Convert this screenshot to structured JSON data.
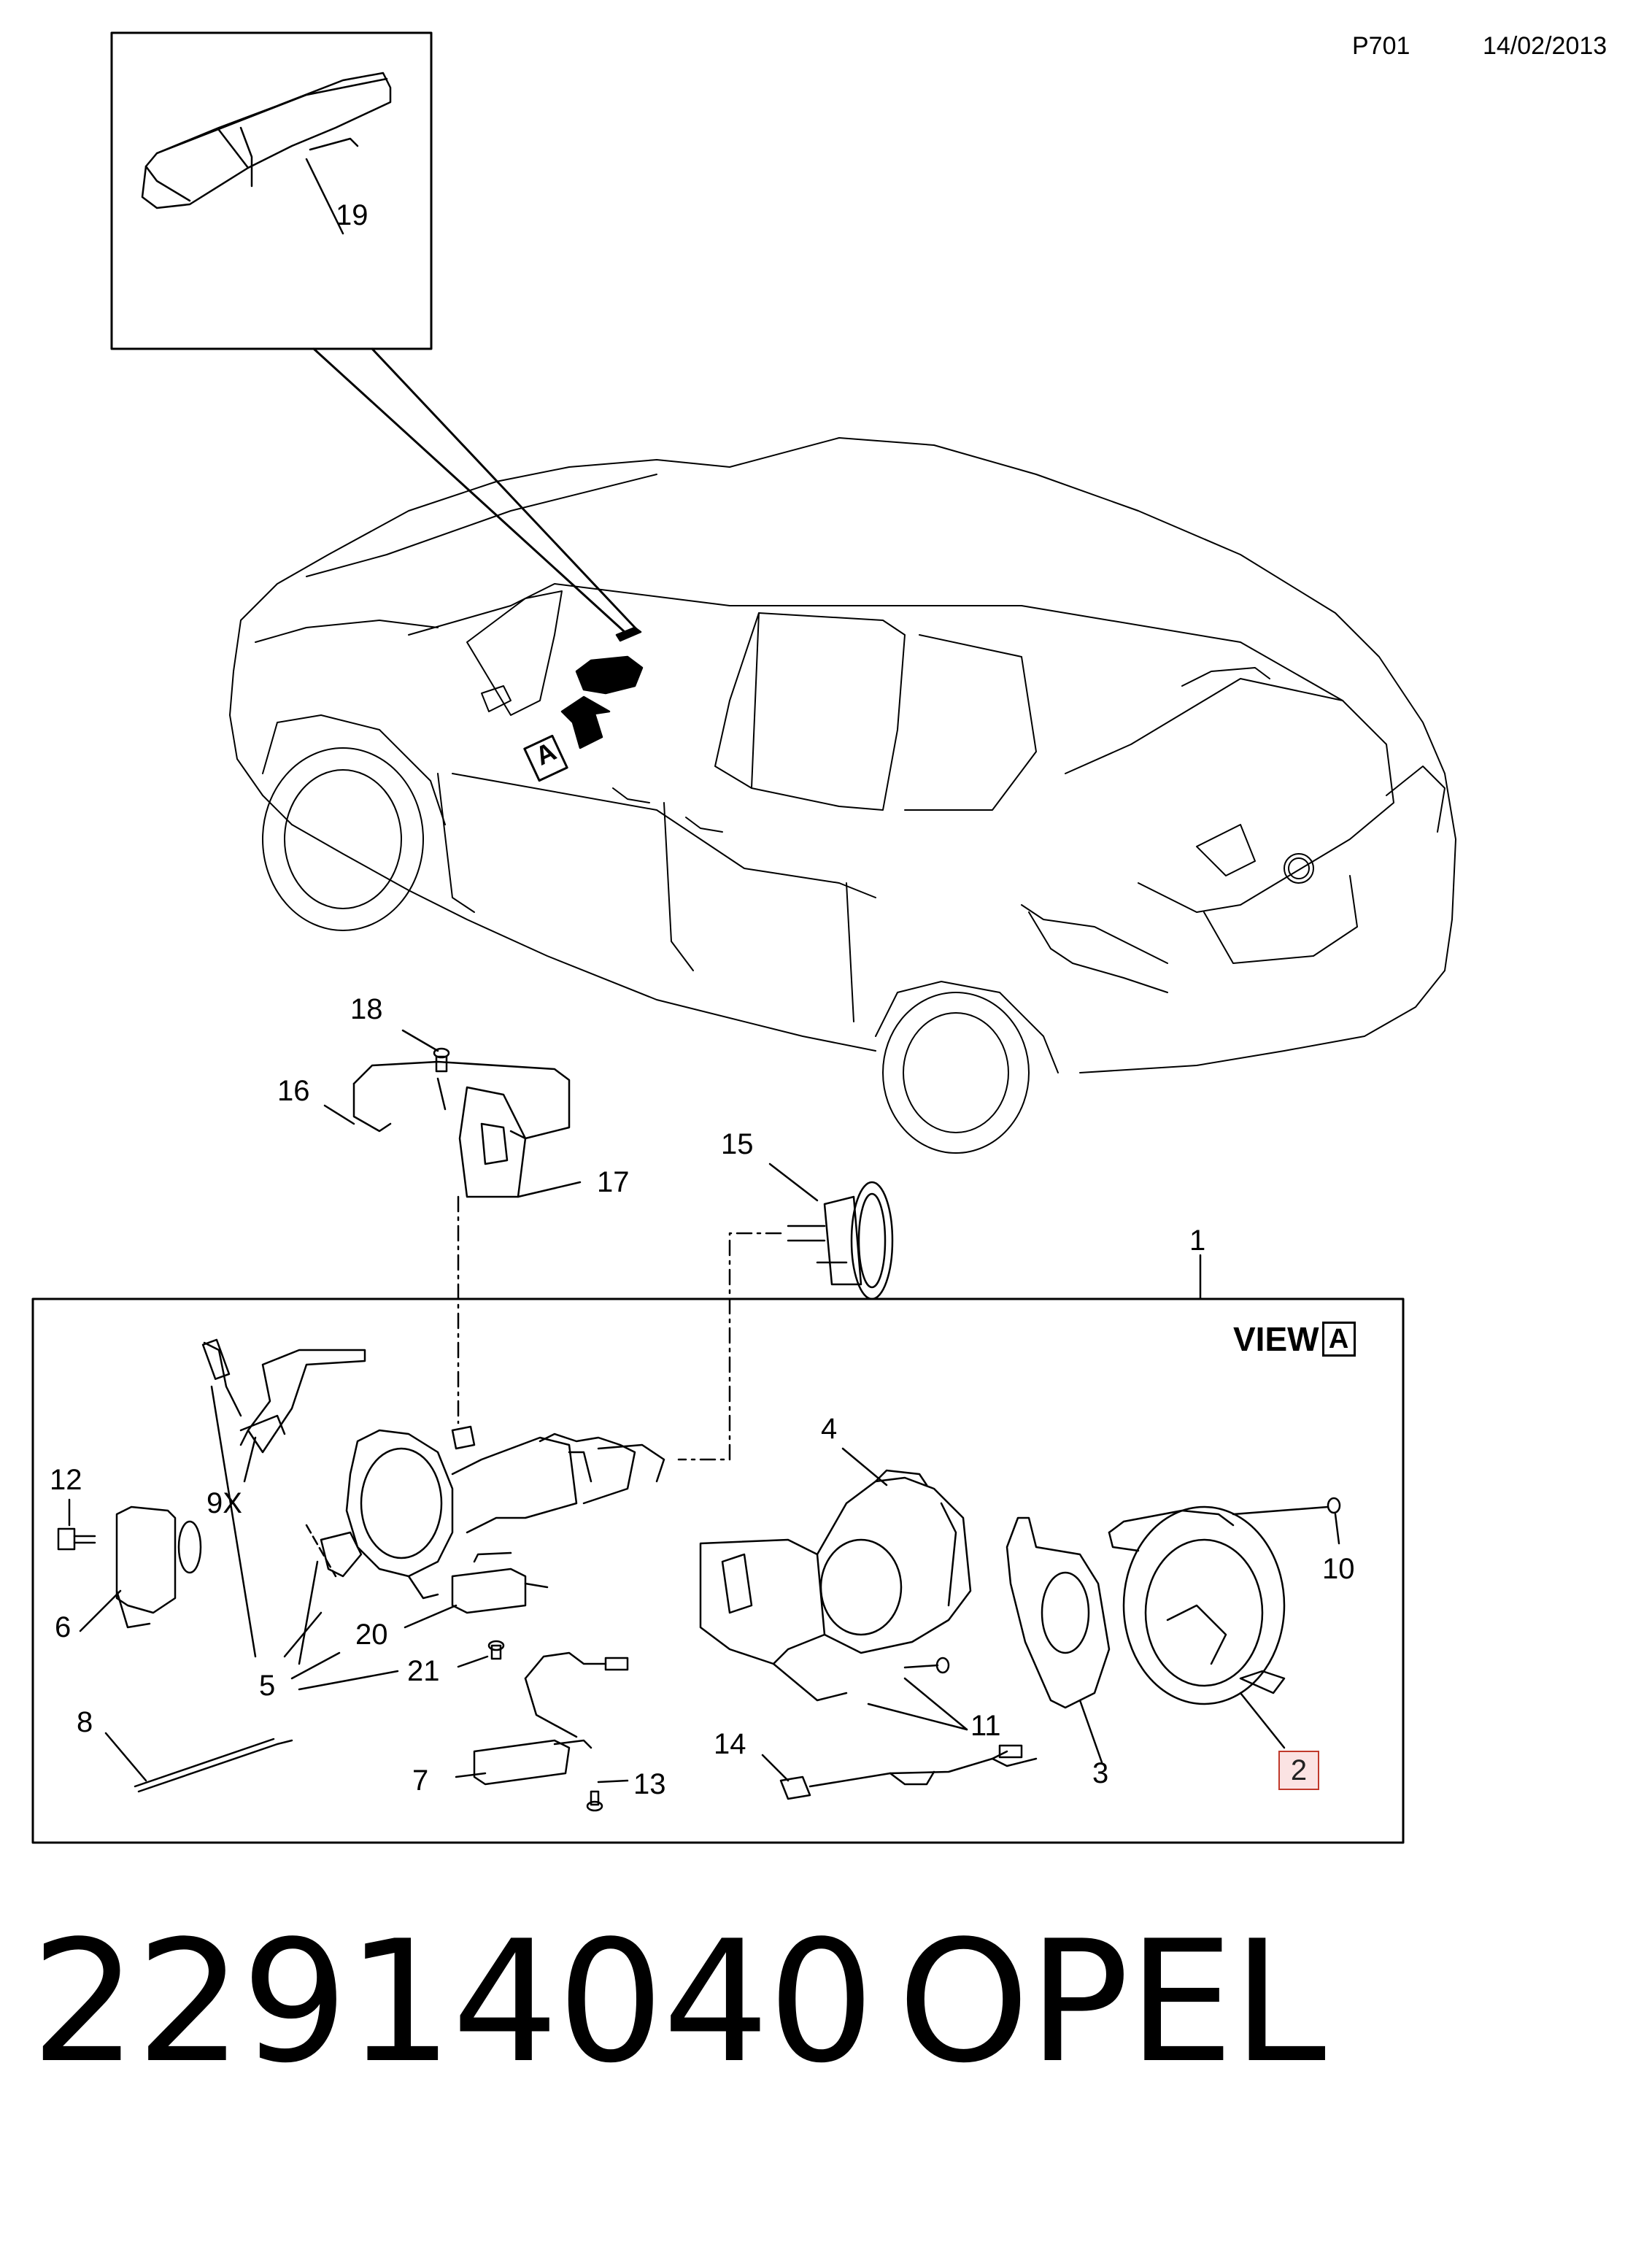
{
  "header": {
    "page_code": "P701",
    "date": "14/02/2013"
  },
  "view_label": {
    "text": "VIEW",
    "letter": "A"
  },
  "arrow_tag": "A",
  "callouts": {
    "c1": "1",
    "c2": "2",
    "c3": "3",
    "c4": "4",
    "c5": "5",
    "c6": "6",
    "c7": "7",
    "c8": "8",
    "c9x": "9X",
    "c10": "10",
    "c11": "11",
    "c12": "12",
    "c13": "13",
    "c14": "14",
    "c15": "15",
    "c16": "16",
    "c17": "17",
    "c18": "18",
    "c19": "19",
    "c20": "20",
    "c21": "21"
  },
  "footer": {
    "part_number": "22914040",
    "brand": "OPEL"
  },
  "highlight_color": "#c0392b"
}
